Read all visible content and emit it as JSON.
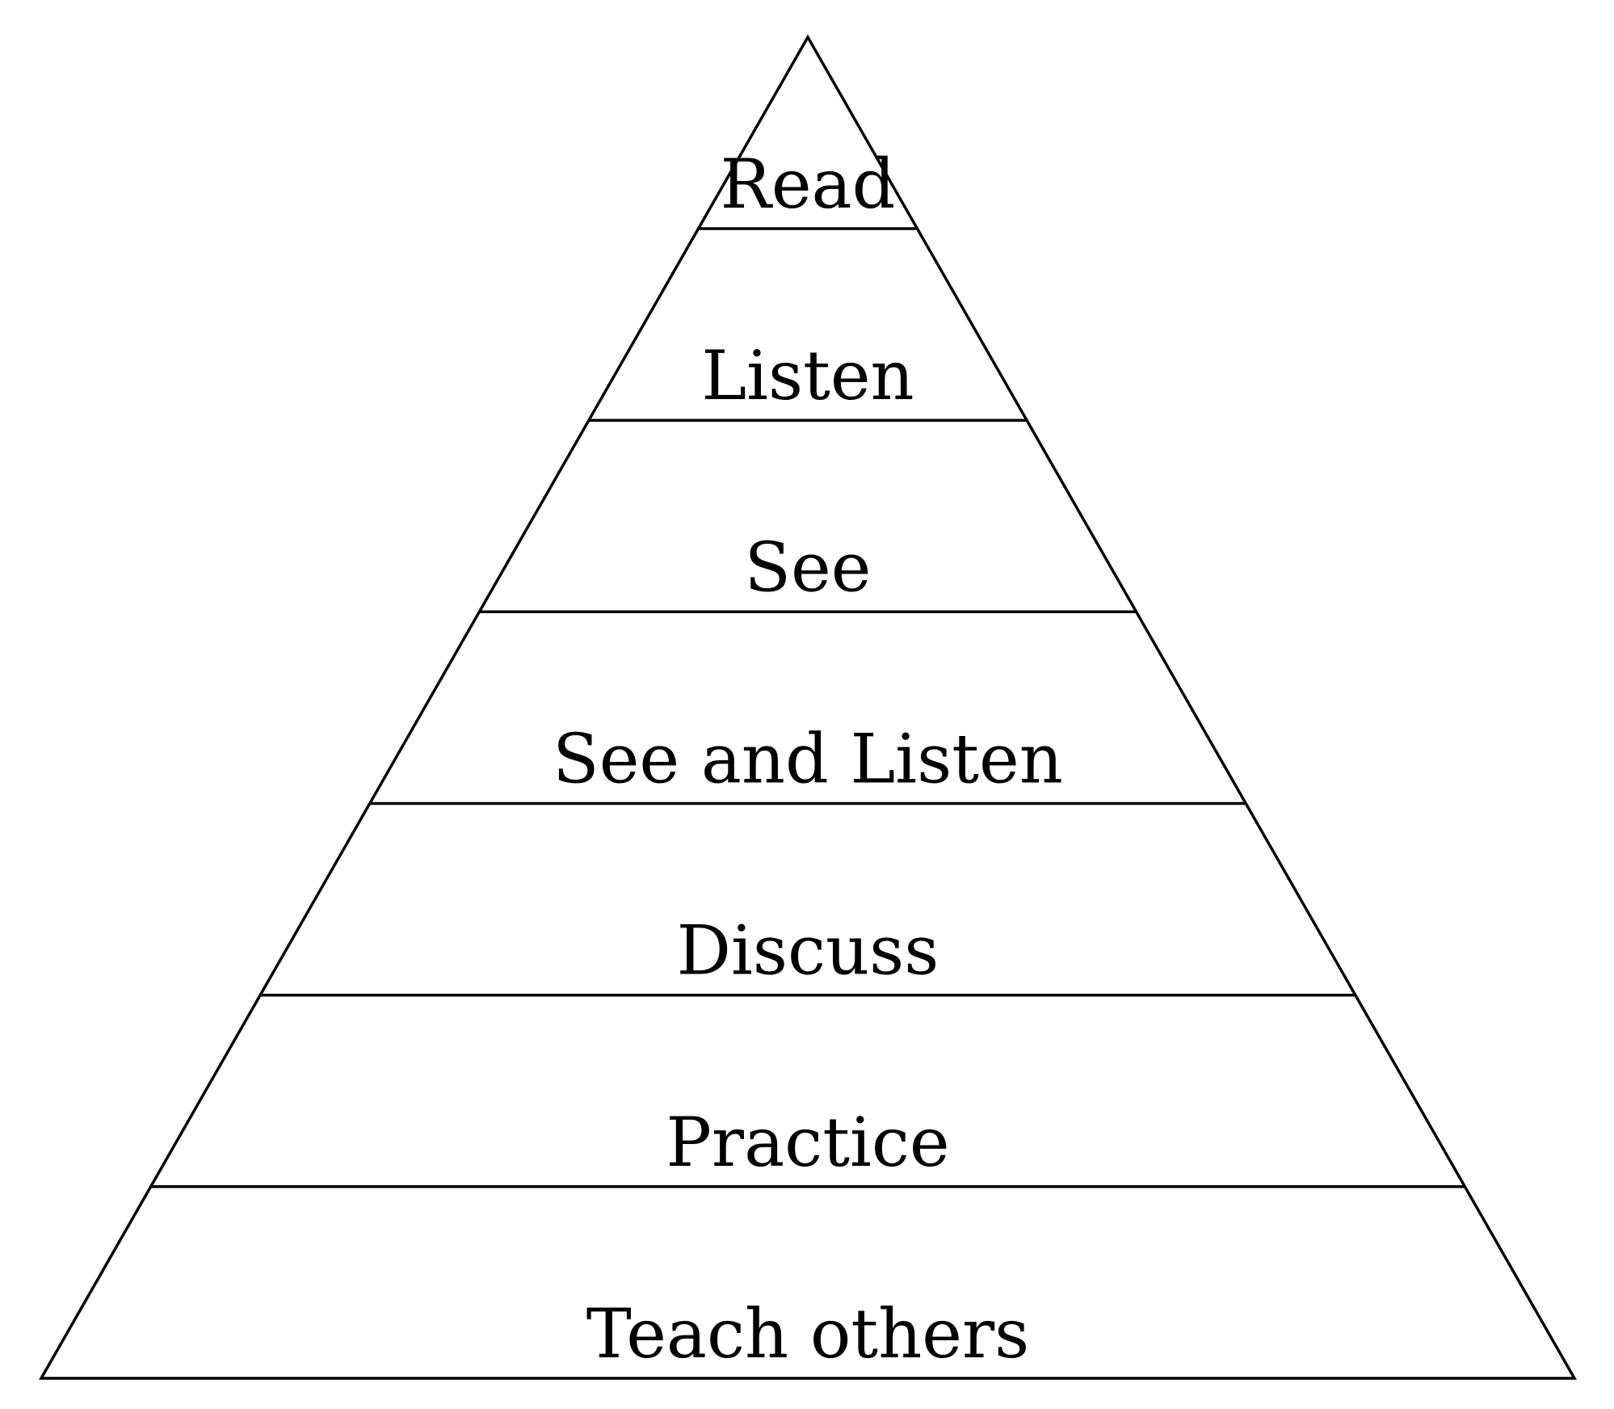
{
  "diagram": {
    "type": "pyramid",
    "levels": [
      "Read",
      "Listen",
      "See",
      "See and Listen",
      "Discuss",
      "Practice",
      "Teach others"
    ]
  }
}
